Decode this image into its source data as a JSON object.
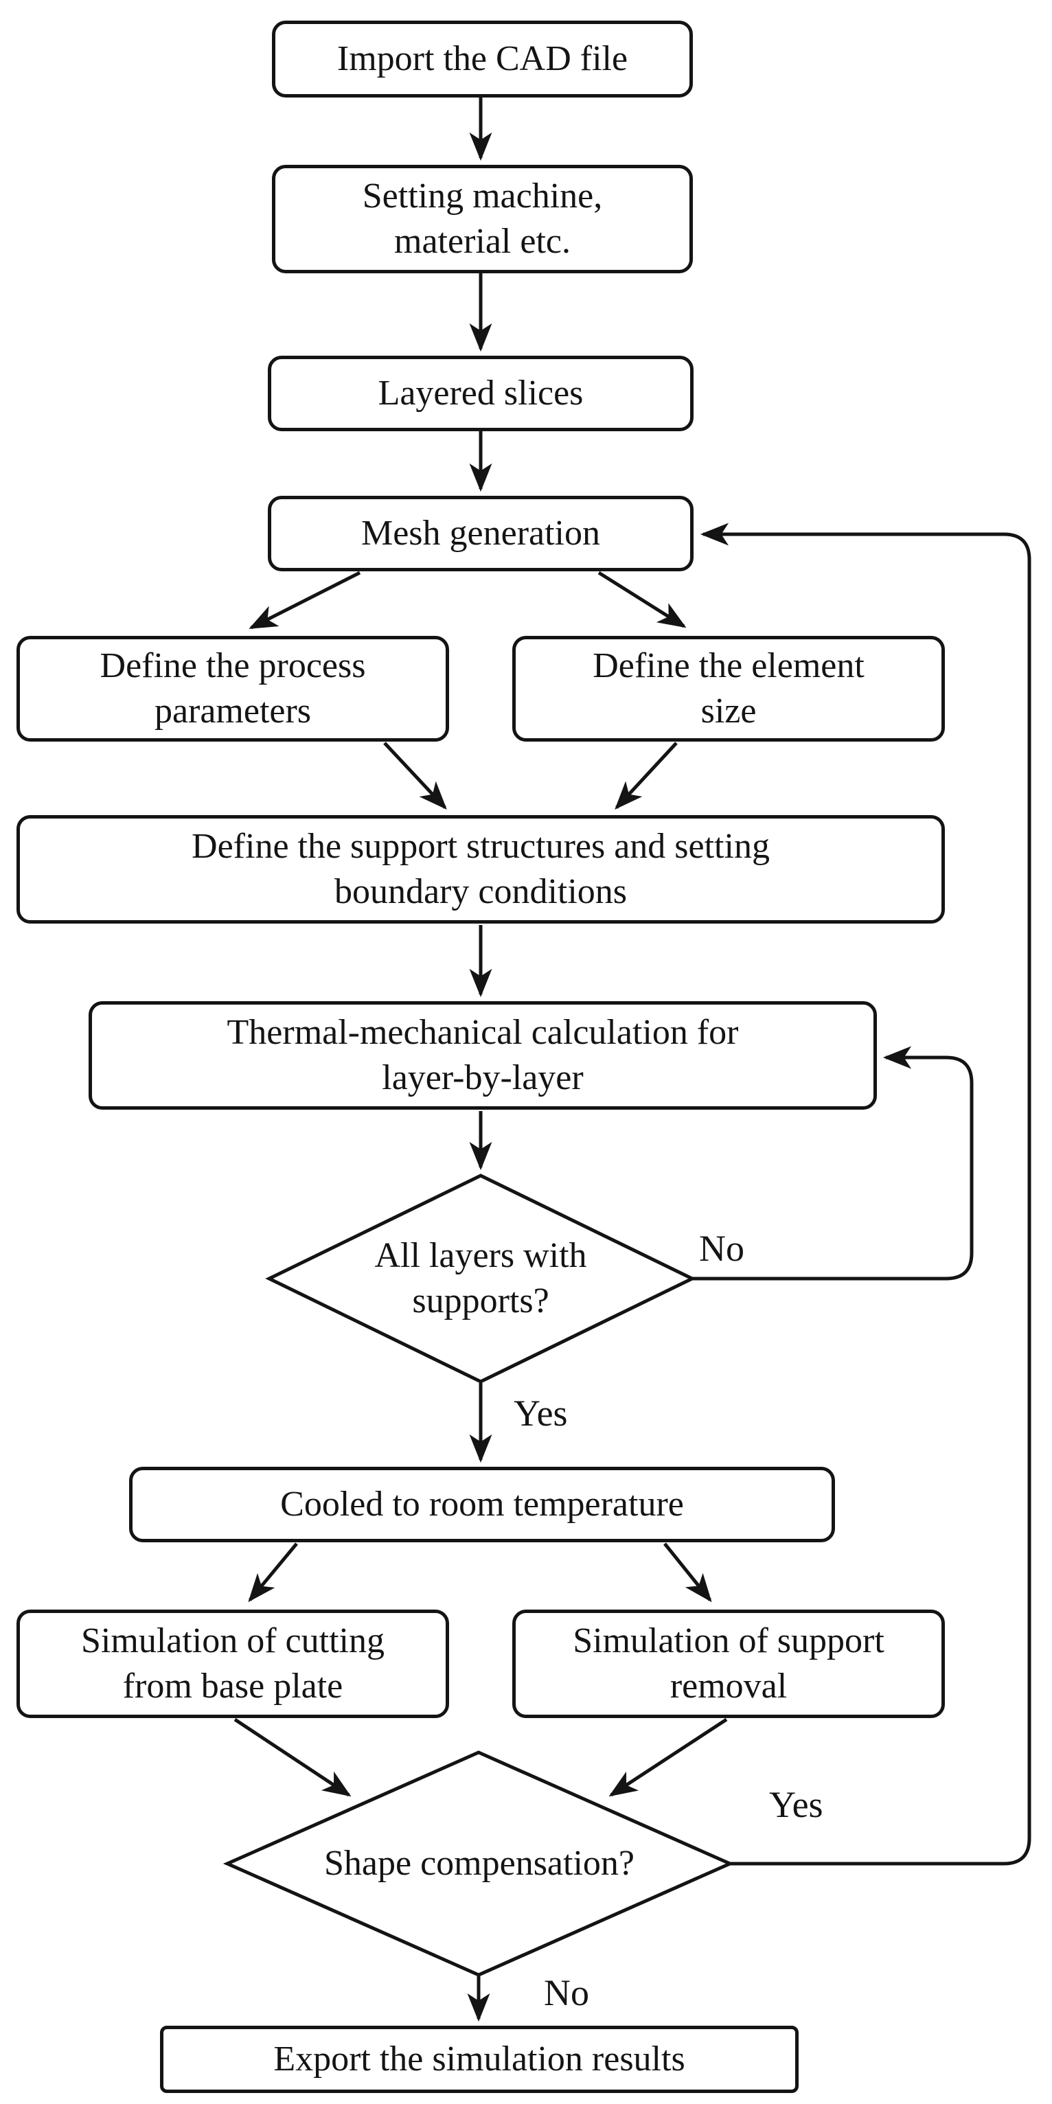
{
  "diagram": {
    "type": "flowchart",
    "background_color": "#ffffff",
    "line_color": "#141414",
    "node_fill_color": "#ffffff",
    "nodes": {
      "import_cad": {
        "shape": "rect",
        "label": "Import the CAD file"
      },
      "setting_machine": {
        "shape": "rect",
        "label": "Setting machine,\nmaterial etc."
      },
      "layered_slices": {
        "shape": "rect",
        "label": "Layered slices"
      },
      "mesh_generation": {
        "shape": "rect",
        "label": "Mesh generation"
      },
      "define_process_parameters": {
        "shape": "rect",
        "label": "Define the process\nparameters"
      },
      "define_element_size": {
        "shape": "rect",
        "label": "Define the element\nsize"
      },
      "define_support_structures": {
        "shape": "rect",
        "label": "Define the support structures and setting\nboundary conditions"
      },
      "thermal_mechanical_calculation": {
        "shape": "rect",
        "label": "Thermal-mechanical calculation for\nlayer-by-layer"
      },
      "all_layers_decision": {
        "shape": "diamond",
        "label": "All layers with\nsupports?"
      },
      "cooled_room_temperature": {
        "shape": "rect",
        "label": "Cooled to room temperature"
      },
      "simulation_cutting": {
        "shape": "rect",
        "label": "Simulation of cutting\nfrom base plate"
      },
      "simulation_support_removal": {
        "shape": "rect",
        "label": "Simulation of support\nremoval"
      },
      "shape_compensation_decision": {
        "shape": "diamond",
        "label": "Shape compensation?"
      },
      "export_results": {
        "shape": "rect",
        "label": "Export the simulation results"
      }
    },
    "edge_labels": {
      "all_layers_no": "No",
      "all_layers_yes": "Yes",
      "shape_compensation_yes": "Yes",
      "shape_compensation_no": "No"
    }
  }
}
